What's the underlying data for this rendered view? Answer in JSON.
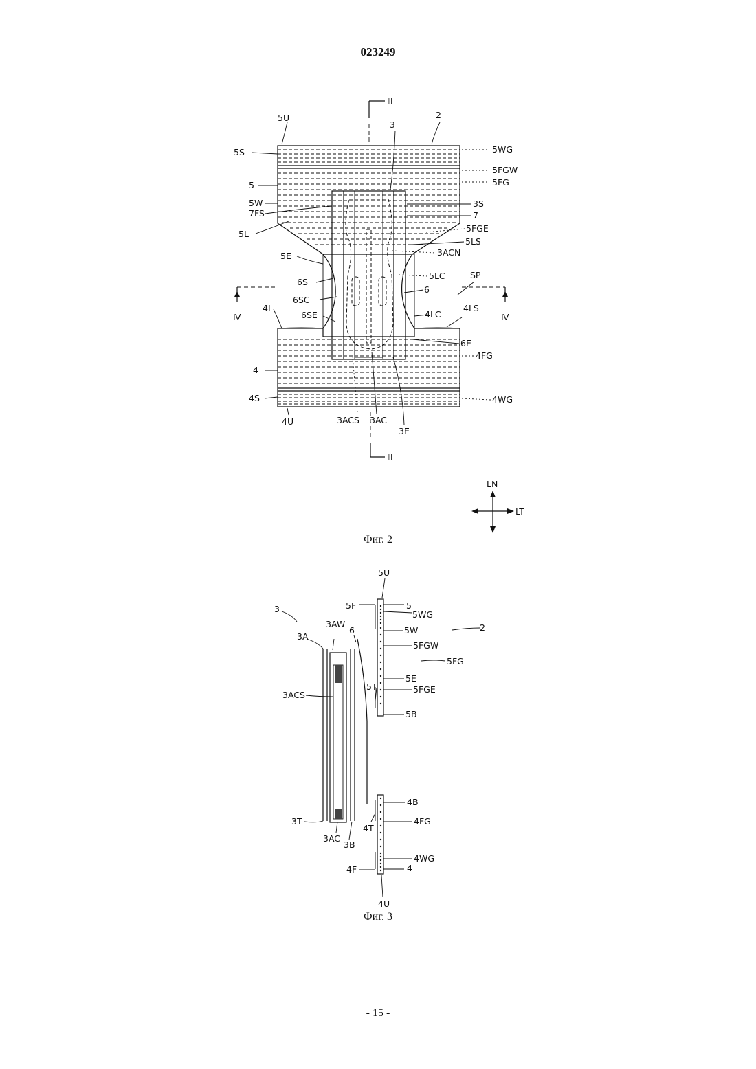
{
  "header": {
    "document_number": "023249"
  },
  "figure2": {
    "caption": "Фиг. 2",
    "section_marks": {
      "top": "Ⅲ",
      "bottom": "Ⅲ",
      "left": "Ⅳ",
      "right": "Ⅳ"
    },
    "labels": {
      "l_5U": "5U",
      "l_2": "2",
      "l_3": "3",
      "l_5S": "5S",
      "l_5WG": "5WG",
      "l_5FGW": "5FGW",
      "l_5FG": "5FG",
      "l_5": "5",
      "l_5W": "5W",
      "l_3S": "3S",
      "l_7FS": "7FS",
      "l_7": "7",
      "l_5FGE": "5FGE",
      "l_5L": "5L",
      "l_5LS": "5LS",
      "l_5E": "5E",
      "l_3ACN": "3ACN",
      "l_6S": "6S",
      "l_5LC": "5LC",
      "l_SP": "SP",
      "l_6SC": "6SC",
      "l_6": "6",
      "l_4L": "4L",
      "l_6SE": "6SE",
      "l_4LC": "4LC",
      "l_4LS": "4LS",
      "l_6E": "6E",
      "l_4FG": "4FG",
      "l_4": "4",
      "l_4S": "4S",
      "l_4WG": "4WG",
      "l_4U": "4U",
      "l_3ACS": "3ACS",
      "l_3AC": "3AC",
      "l_3E": "3E"
    },
    "direction": {
      "vertical": "LN",
      "horizontal": "LT"
    }
  },
  "figure3": {
    "caption": "Фиг. 3",
    "labels": {
      "l_5U": "5U",
      "l_3": "3",
      "l_5F": "5F",
      "l_5": "5",
      "l_5WG": "5WG",
      "l_3AW": "3AW",
      "l_6": "6",
      "l_5W": "5W",
      "l_2": "2",
      "l_3A": "3A",
      "l_5FGW": "5FGW",
      "l_5FG": "5FG",
      "l_5E": "5E",
      "l_5T": "5T",
      "l_5FGE": "5FGE",
      "l_3ACS": "3ACS",
      "l_5B": "5B",
      "l_4B": "4B",
      "l_4FG": "4FG",
      "l_3T": "3T",
      "l_4T": "4T",
      "l_3AC": "3AC",
      "l_3B": "3B",
      "l_4WG": "4WG",
      "l_4F": "4F",
      "l_4": "4",
      "l_4U": "4U"
    }
  },
  "footer": {
    "page_number": "- 15 -"
  }
}
